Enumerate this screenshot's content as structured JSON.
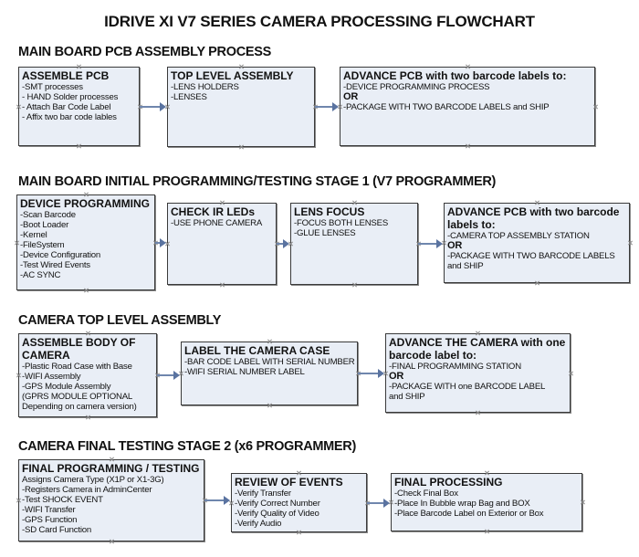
{
  "title": "IDRIVE XI V7 SERIES CAMERA PROCESSING FLOWCHART",
  "colors": {
    "box_fill": "#e9eef6",
    "box_border": "#3a3a3a",
    "arrow": "#6f86ad"
  },
  "sections": [
    {
      "heading": "MAIN BOARD PCB ASSEMBLY PROCESS",
      "boxes": [
        {
          "title": "ASSEMBLE PCB",
          "lines": [
            " -SMT processes",
            " - HAND Solder processes",
            " - Attach Bar Code Label",
            " - Affix two bar code lables"
          ]
        },
        {
          "title": "TOP LEVEL ASSEMBLY",
          "lines": [
            "-LENS HOLDERS",
            "-LENSES"
          ]
        },
        {
          "title": "ADVANCE PCB with two barcode labels to:",
          "lines": [
            "-DEVICE PROGRAMMING PROCESS",
            "OR",
            "-PACKAGE WITH TWO BARCODE LABELS and SHIP"
          ]
        }
      ]
    },
    {
      "heading": "MAIN BOARD INITIAL PROGRAMMING/TESTING STAGE 1 (V7 PROGRAMMER)",
      "boxes": [
        {
          "title": "DEVICE PROGRAMMING",
          "lines": [
            "-Scan Barcode",
            "-Boot Loader",
            "-Kernel",
            "-FileSystem",
            "-Device Configuration",
            "-Test Wired Events",
            "-AC SYNC"
          ]
        },
        {
          "title": "CHECK IR LEDs",
          "lines": [
            "-USE PHONE CAMERA"
          ]
        },
        {
          "title": "LENS FOCUS",
          "lines": [
            "-FOCUS BOTH LENSES",
            "-GLUE LENSES"
          ]
        },
        {
          "title": "ADVANCE PCB with two barcode labels to:",
          "lines": [
            "-CAMERA TOP ASSEMBLY STATION",
            "OR",
            "-PACKAGE WITH TWO BARCODE LABELS",
            "and SHIP"
          ]
        }
      ]
    },
    {
      "heading": "CAMERA TOP LEVEL ASSEMBLY",
      "boxes": [
        {
          "title": "ASSEMBLE BODY OF CAMERA",
          "lines": [
            "-Plastic Road Case with Base",
            "-WIFI Assembly",
            "-GPS Module Assembly",
            "(GPRS MODULE OPTIONAL",
            "Depending on camera version)"
          ]
        },
        {
          "title": "LABEL THE CAMERA CASE",
          "lines": [
            "-BAR CODE LABEL WITH SERIAL NUMBER",
            "-WIFI SERIAL NUMBER LABEL"
          ]
        },
        {
          "title": "ADVANCE THE CAMERA with one barcode label to:",
          "lines": [
            "-FINAL PROGRAMMING STATION",
            " OR",
            "-PACKAGE WITH one BARCODE LABEL",
            "and SHIP"
          ]
        }
      ]
    },
    {
      "heading": "CAMERA FINAL TESTING STAGE 2 (x6 PROGRAMMER)",
      "boxes": [
        {
          "title": "FINAL PROGRAMMING / TESTING",
          "lines": [
            "Assigns Camera Type (X1P or X1-3G)",
            "-Registers Camera in AdminCenter",
            "-Test SHOCK EVENT",
            "-WIFI Transfer",
            "-GPS Function",
            "-SD Card Function"
          ]
        },
        {
          "title": "REVIEW OF EVENTS",
          "lines": [
            "-Verify Transfer",
            "-Verify Correct Number",
            "-Verify Quality of Video",
            "-Verify Audio"
          ]
        },
        {
          "title": "FINAL PROCESSING",
          "lines": [
            " -Check Final Box",
            "-Place In Bubble wrap Bag and BOX",
            "-Place Barcode Label on Exterior or Box"
          ]
        }
      ]
    }
  ]
}
